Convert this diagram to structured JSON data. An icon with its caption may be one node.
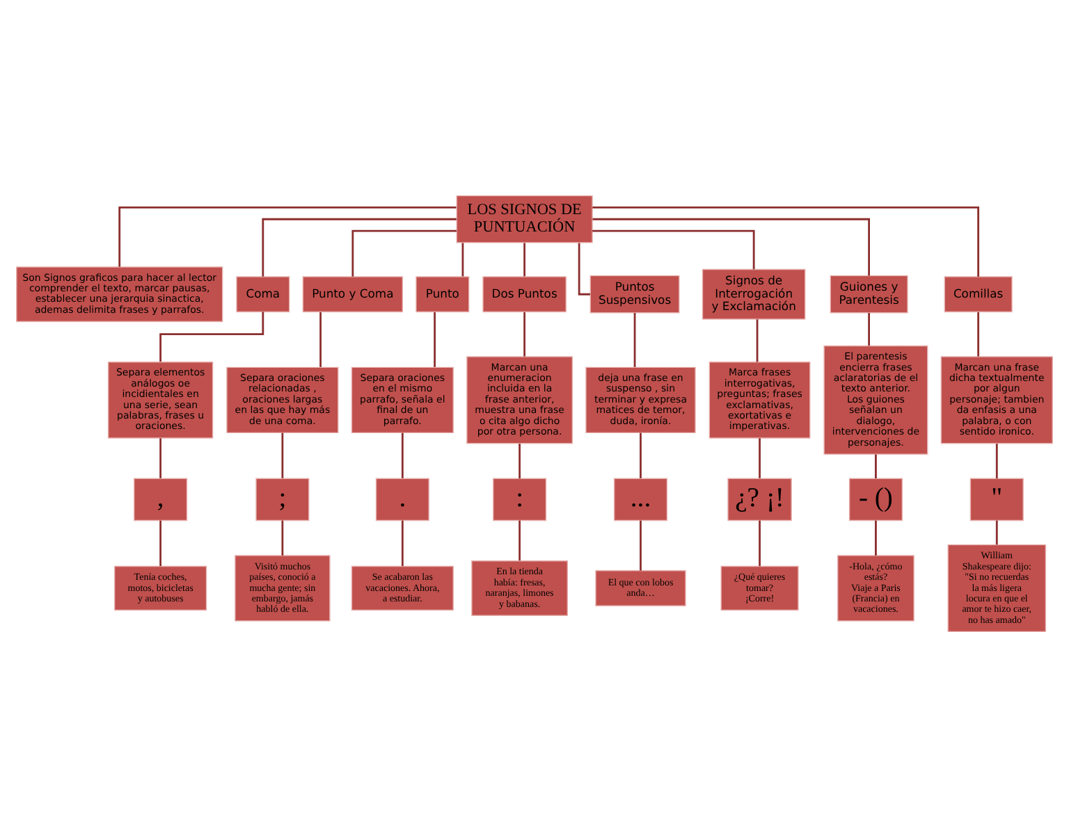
{
  "diagram": {
    "nodes": [
      {
        "text": [
          "LOS SIGNOS DE PUNTUACIÓN"
        ]
      },
      {
        "text": [
          "Son Signos graficos para hacer al lector comprender el texto, marcar pausas, establecer una jerarquia sinactica, ademas delimita frases y parrafos."
        ]
      },
      {
        "text": [
          "Coma"
        ]
      },
      {
        "text": [
          "Punto y Coma"
        ]
      },
      {
        "text": [
          "Punto"
        ]
      },
      {
        "text": [
          "Dos Puntos"
        ]
      },
      {
        "text": [
          "Puntos Suspensivos"
        ]
      },
      {
        "text": [
          "Signos de Interrogación y Exclamación"
        ]
      },
      {
        "text": [
          "Guiones y Parentesis"
        ]
      },
      {
        "text": [
          "Comillas"
        ]
      },
      {
        "text": [
          "Separa elementos análogos oe incidientales en una serie, sean palabras, frases u oraciones."
        ]
      },
      {
        "text": [
          "Separa oraciones relacionadas , oraciones largas en las que hay más de una coma."
        ]
      },
      {
        "text": [
          "Separa oraciones en el mismo parrafo, señala el final de un parrafo."
        ]
      },
      {
        "text": [
          "Marcan una enumeracion incluida en la frase anterior, muestra una frase o cita algo dicho por otra persona."
        ]
      },
      {
        "text": [
          "deja una frase en suspenso , sin terminar y expresa matices de temor, duda, ironía."
        ]
      },
      {
        "text": [
          "Marca frases interrogativas, preguntas; frases exclamativas, exortativas e imperativas."
        ]
      },
      {
        "text": [
          "El parentesis encierra frases aclaratorias de el texto anterior. Los guiones señalan un dialogo, intervenciones de personajes."
        ]
      },
      {
        "text": [
          "Marcan una frase dicha textualmente por algun personaje; tambien da enfasis a una palabra, o con sentido ironico."
        ]
      },
      {
        "text": [
          ","
        ]
      },
      {
        "text": [
          ";"
        ]
      },
      {
        "text": [
          "."
        ]
      },
      {
        "text": [
          ":"
        ]
      },
      {
        "text": [
          "..."
        ]
      },
      {
        "text": [
          "¿? ¡!"
        ]
      },
      {
        "text": [
          "- ()"
        ]
      },
      {
        "text": [
          "\""
        ]
      },
      {
        "text": [
          "Tenía coches, motos, bicicletas y autobuses"
        ]
      },
      {
        "text": [
          "Visitó muchos países, conoció a mucha gente; sin embargo, jamás habló de ella."
        ]
      },
      {
        "text": [
          "Se acabaron las vacaciones. Ahora, a estudiar."
        ]
      },
      {
        "text": [
          "En la tienda había: fresas, naranjas, limones y babanas."
        ]
      },
      {
        "text": [
          "El que con lobos anda…"
        ]
      },
      {
        "text": [
          "¿Qué quieres tomar?",
          "¡Corre!"
        ]
      },
      {
        "text": [
          "-Hola, ¿cómo estás?",
          "Viaje a Paris (Francia) en vacaciones."
        ]
      },
      {
        "text": [
          "William Shakespeare dijo: \"Si no recuerdas la más ligera locura en que el amor te hizo caer, no has amado\""
        ]
      }
    ],
    "edges": [
      {
        "from": 0,
        "to": 1,
        "arrow": "none"
      },
      {
        "from": 0,
        "to": 2,
        "arrow": "none"
      },
      {
        "from": 0,
        "to": 3,
        "arrow": "none"
      },
      {
        "from": 0,
        "to": 4,
        "arrow": "none"
      },
      {
        "from": 0,
        "to": 5,
        "arrow": "none"
      },
      {
        "from": 0,
        "to": 6,
        "arrow": "none"
      },
      {
        "from": 0,
        "to": 7,
        "arrow": "none"
      },
      {
        "from": 0,
        "to": 8,
        "arrow": "none"
      },
      {
        "from": 0,
        "to": 9,
        "arrow": "none"
      },
      {
        "from": 2,
        "to": 10,
        "arrow": "none"
      },
      {
        "from": 3,
        "to": 11,
        "arrow": "none"
      },
      {
        "from": 4,
        "to": 12,
        "arrow": "none"
      },
      {
        "from": 5,
        "to": 13,
        "arrow": "none"
      },
      {
        "from": 6,
        "to": 14,
        "arrow": "none"
      },
      {
        "from": 7,
        "to": 15,
        "arrow": "none"
      },
      {
        "from": 8,
        "to": 16,
        "arrow": "none"
      },
      {
        "from": 9,
        "to": 17,
        "arrow": "none"
      },
      {
        "from": 10,
        "to": 18,
        "arrow": "none"
      },
      {
        "from": 11,
        "to": 19,
        "arrow": "none"
      },
      {
        "from": 12,
        "to": 20,
        "arrow": "none"
      },
      {
        "from": 13,
        "to": 21,
        "arrow": "none"
      },
      {
        "from": 14,
        "to": 22,
        "arrow": "none"
      },
      {
        "from": 15,
        "to": 23,
        "arrow": "none"
      },
      {
        "from": 16,
        "to": 24,
        "arrow": "none"
      },
      {
        "from": 17,
        "to": 25,
        "arrow": "none"
      },
      {
        "from": 18,
        "to": 26,
        "arrow": "none"
      },
      {
        "from": 19,
        "to": 27,
        "arrow": "none"
      },
      {
        "from": 20,
        "to": 28,
        "arrow": "none"
      },
      {
        "from": 21,
        "to": 29,
        "arrow": "none"
      },
      {
        "from": 22,
        "to": 30,
        "arrow": "none"
      },
      {
        "from": 23,
        "to": 31,
        "arrow": "none"
      },
      {
        "from": 24,
        "to": 32,
        "arrow": "none"
      },
      {
        "from": 25,
        "to": 33,
        "arrow": "none"
      }
    ]
  }
}
